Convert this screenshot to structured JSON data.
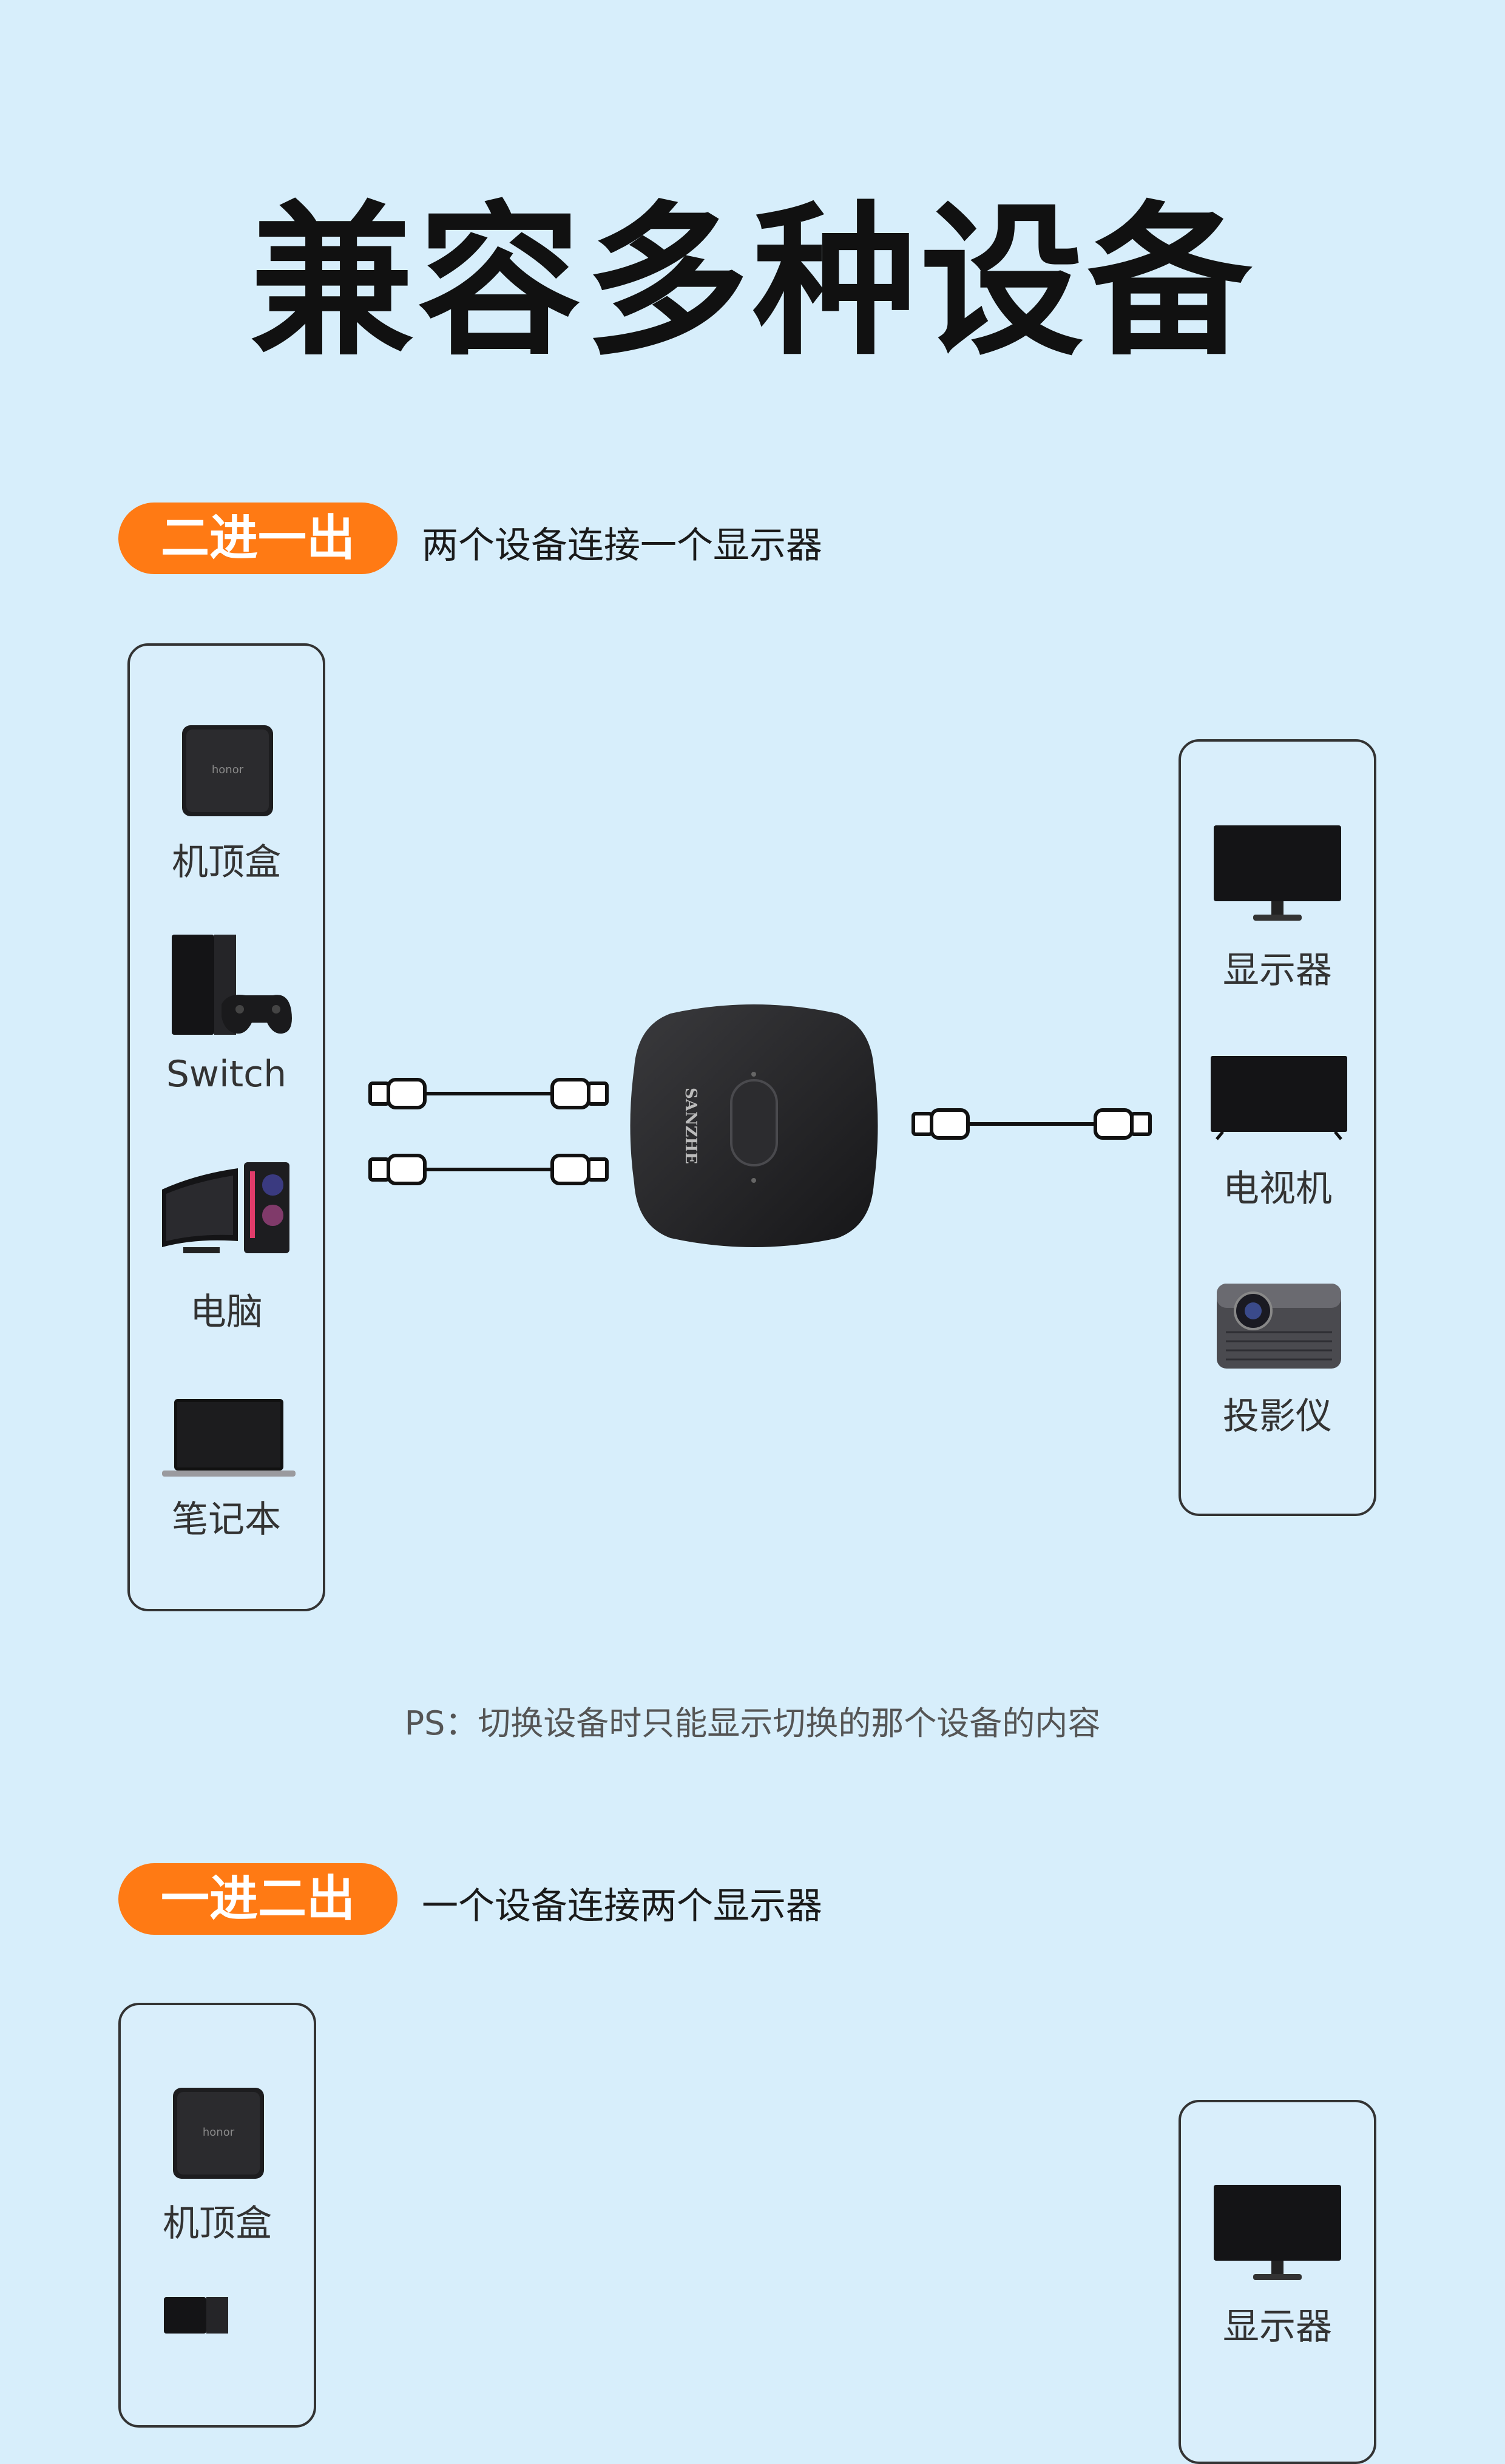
{
  "title": "兼容多种设备",
  "section1": {
    "badge": "二进一出",
    "desc": "两个设备连接一个显示器",
    "inputs": [
      {
        "icon": "set-top-box-icon",
        "label": "机顶盒",
        "brand": "honor"
      },
      {
        "icon": "game-console-icon",
        "label": "Switch"
      },
      {
        "icon": "desktop-computer-icon",
        "label": "电脑"
      },
      {
        "icon": "laptop-icon",
        "label": "笔记本"
      }
    ],
    "outputs": [
      {
        "icon": "monitor-icon",
        "label": "显示器"
      },
      {
        "icon": "tv-icon",
        "label": "电视机"
      },
      {
        "icon": "projector-icon",
        "label": "投影仪"
      }
    ],
    "switch_brand": "SANZHE"
  },
  "ps_note": "PS：切换设备时只能显示切换的那个设备的内容",
  "section2": {
    "badge": "一进二出",
    "desc": "一个设备连接两个显示器",
    "inputs": [
      {
        "icon": "set-top-box-icon",
        "label": "机顶盒",
        "brand": "honor"
      }
    ],
    "outputs": [
      {
        "icon": "monitor-icon",
        "label": "显示器"
      }
    ]
  },
  "colors": {
    "background": "#d7eefb",
    "accent": "#ff7a14",
    "text": "#111111"
  }
}
